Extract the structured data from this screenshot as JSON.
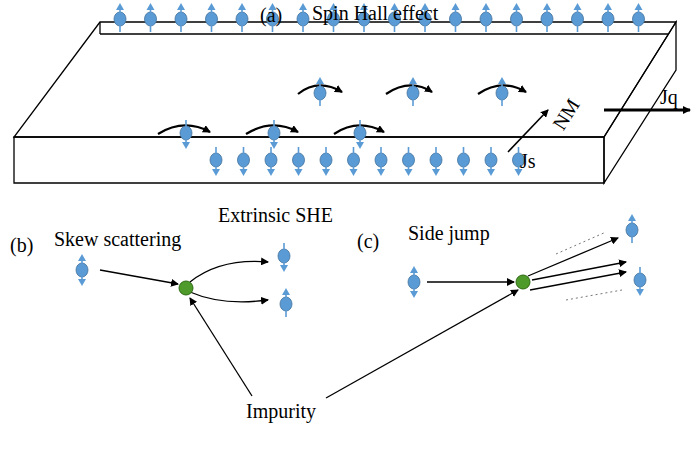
{
  "diagram": {
    "labels": [
      "(a)",
      "Spin Hall effect",
      "Js",
      "Jq",
      "NM",
      "(b)",
      "Skew scattering",
      "Extrinsic SHE",
      "(c)",
      "Side jump",
      "Impurity"
    ]
  }
}
